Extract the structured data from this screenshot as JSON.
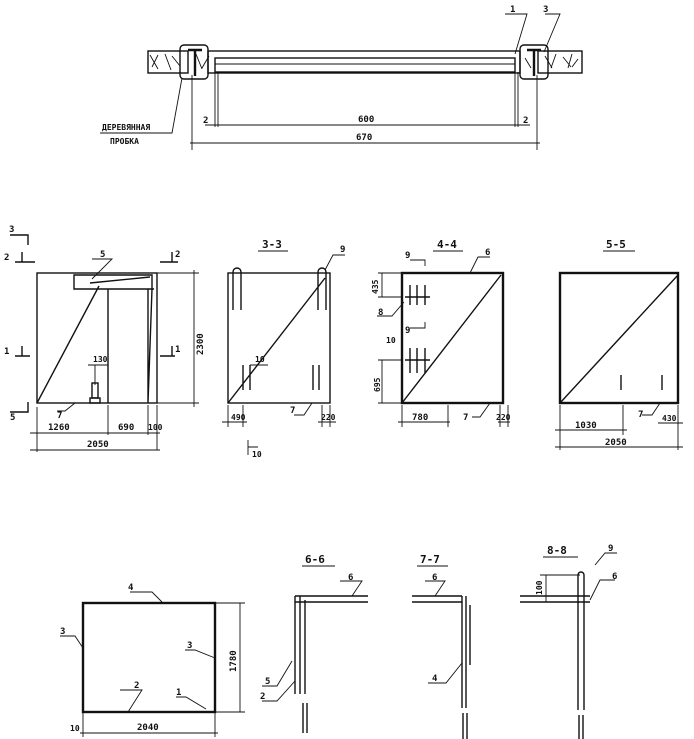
{
  "top_section": {
    "label_wood_plug_line1": "ДЕРЕВЯННАЯ",
    "label_wood_plug_line2": "ПРОБКА",
    "callout_1": "1",
    "callout_3": "3",
    "dim_gap_left": "2",
    "dim_gap_right": "2",
    "dim_inner": "600",
    "dim_outer": "670"
  },
  "elevation": {
    "cut_3": "3",
    "cut_2_left": "2",
    "cut_2_right": "2",
    "cut_1_left": "1",
    "cut_1_right": "1",
    "cut_5": "5",
    "callout_5": "5",
    "callout_7": "7",
    "dim_130": "130",
    "dim_1260": "1260",
    "dim_690": "690",
    "dim_100": "100",
    "dim_2050": "2050",
    "dim_2300": "2300"
  },
  "section_3_3": {
    "title": "3-3",
    "callout_9": "9",
    "callout_10": "10",
    "callout_7": "7",
    "dim_490": "490",
    "dim_220": "220",
    "cut_10": "10"
  },
  "section_4_4": {
    "title": "4-4",
    "callout_6": "6",
    "cut_9_top": "9",
    "cut_9_mid": "9",
    "callout_8": "8",
    "callout_10": "10",
    "callout_7": "7",
    "dim_435": "435",
    "dim_695": "695",
    "dim_780": "780",
    "dim_220": "220"
  },
  "section_5_5": {
    "title": "5-5",
    "callout_7": "7",
    "dim_1030": "1030",
    "dim_430": "430",
    "dim_2050": "2050"
  },
  "plan": {
    "callout_4": "4",
    "callout_3_left": "3",
    "callout_3_right": "3",
    "callout_2": "2",
    "callout_1": "1",
    "dim_1780": "1780",
    "dim_2040": "2040",
    "dim_10": "10"
  },
  "section_6_6": {
    "title": "6-6",
    "callout_6": "6",
    "callout_5": "5",
    "callout_2": "2"
  },
  "section_7_7": {
    "title": "7-7",
    "callout_6": "6",
    "callout_4": "4"
  },
  "section_8_8": {
    "title": "8-8",
    "callout_9": "9",
    "callout_6": "6",
    "dim_100": "100"
  }
}
